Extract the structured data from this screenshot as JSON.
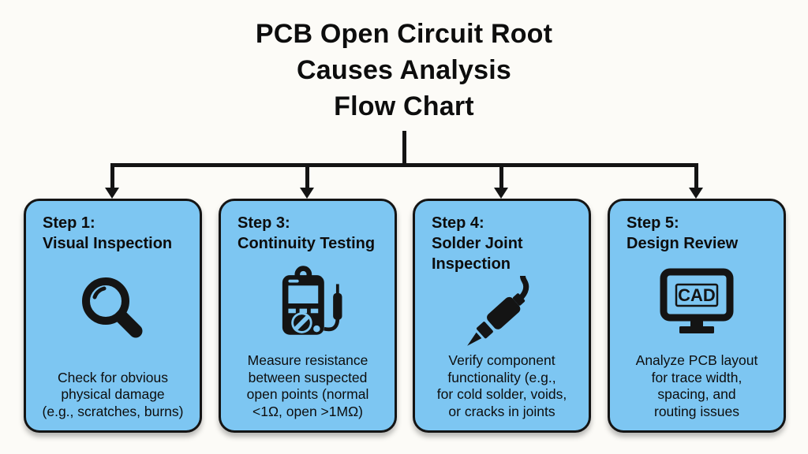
{
  "title": "PCB Open Circuit Root\nCauses Analysis\nFlow Chart",
  "colors": {
    "background": "#fcfbf7",
    "box_fill": "#7dc6f2",
    "box_border": "#141414",
    "connector": "#141414",
    "text": "#0d0d0d"
  },
  "steps": [
    {
      "id": "step-1",
      "title": "Step 1:\nVisual Inspection",
      "icon": "magnifier-icon",
      "description": "Check for obvious\nphysical damage\n(e.g., scratches, burns)"
    },
    {
      "id": "step-3",
      "title": "Step 3:\nContinuity Testing",
      "icon": "multimeter-icon",
      "description": "Measure resistance\nbetween suspected\nopen points (normal\n<1Ω, open >1MΩ)"
    },
    {
      "id": "step-4",
      "title": "Step 4:\nSolder Joint\nInspection",
      "icon": "soldering-iron-icon",
      "description": "Verify component\nfunctionality (e.g.,\nfor cold solder, voids,\nor cracks in joints"
    },
    {
      "id": "step-5",
      "title": "Step 5:\nDesign Review",
      "icon": "cad-monitor-icon",
      "icon_label": "CAD",
      "description": "Analyze PCB layout\nfor trace width,\nspacing, and\nrouting issues"
    }
  ]
}
